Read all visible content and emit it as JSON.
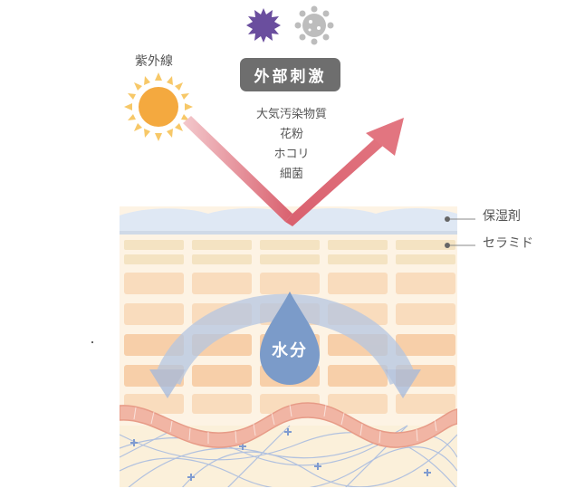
{
  "uv_label": "紫外線",
  "stimuli": {
    "title": "外部刺激",
    "items": [
      "大気汚染物質",
      "花粉",
      "ホコリ",
      "細菌"
    ]
  },
  "layers": {
    "moisturizer": "保湿剤",
    "ceramide": "セラミド"
  },
  "water_label": "水分",
  "colors": {
    "badge_bg": "#6e6e6e",
    "uv_arrow": "#d9606e",
    "moisturizer_layer": "#dfe8f4",
    "ceramide_cell": "#f4e3c2",
    "skin_cell": "#f7cfa9",
    "water_drop": "#7b9bc9",
    "dermis_wave": "#f1b5a4",
    "sun": "#f4a93f",
    "bacteria_purple": "#6a4e9e",
    "bacteria_gray": "#bdbdbd"
  }
}
